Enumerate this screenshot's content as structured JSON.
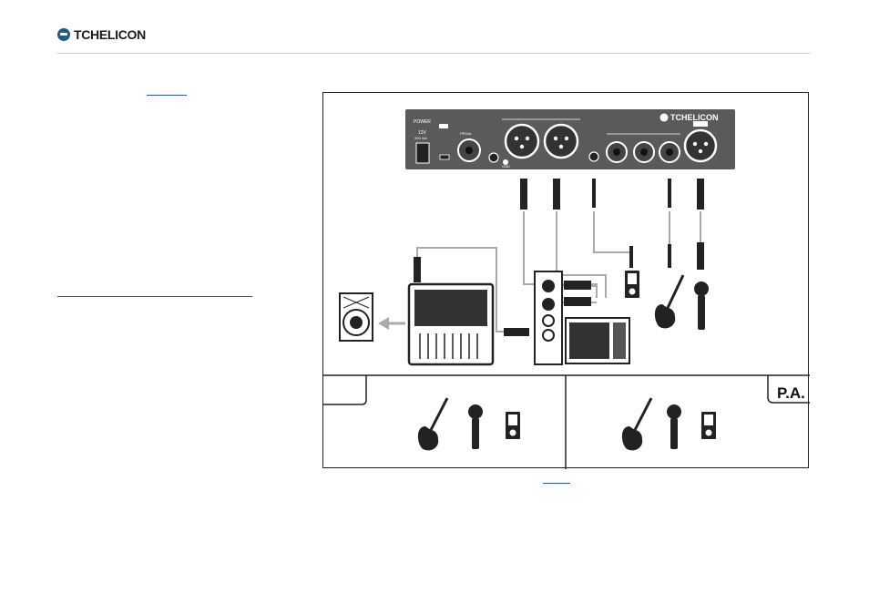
{
  "brand": {
    "name": "TCHELICON"
  },
  "device": {
    "brand": "TCHELICON",
    "power_label": "POWER",
    "voltage_label": "12V",
    "current_label": "400 mA",
    "pedal_label": "PEDAL",
    "gnd_label": "GND"
  },
  "output_panel": {
    "badge": "P.A."
  },
  "colors": {
    "brand_blue": "#1f5d86",
    "link_blue": "#2a57b5",
    "panel_gray": "#5a5a5a",
    "cable_gray": "#aaaaaa"
  }
}
